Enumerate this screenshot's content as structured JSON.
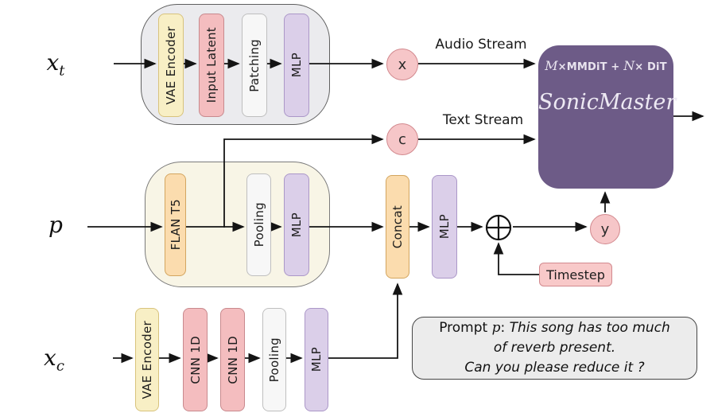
{
  "palette": {
    "yellow-fill": "#f8efc5",
    "yellow-border": "#d8c37c",
    "pink-fill": "#f4bdbf",
    "pink-border": "#c8898d",
    "white-fill": "#f7f7f7",
    "white-border": "#bfbfbf",
    "purple-fill": "#dbcfe9",
    "purple-border": "#ab97c8",
    "orange-fill": "#fbdcae",
    "orange-border": "#d3a55f",
    "circle-fill": "#f6c6c8",
    "circle-border": "#d2898e",
    "timestep-fill": "#f8c9c9",
    "timestep-border": "#d2898e",
    "main-fill": "#6d5b87",
    "gray-container": "#ebebee",
    "cream-container": "#f8f5e6",
    "prompt-fill": "#ececec",
    "wire": "#141414"
  },
  "inputs": {
    "xt": {
      "base": "x",
      "sub": "t"
    },
    "p": {
      "base": "p",
      "sub": ""
    },
    "xc": {
      "base": "x",
      "sub": "c"
    }
  },
  "audio_encoder": {
    "blocks": [
      {
        "label": "VAE Encoder"
      },
      {
        "label": "Input Latent"
      },
      {
        "label": "Patching"
      },
      {
        "label": "MLP"
      }
    ]
  },
  "text_encoder": {
    "blocks": [
      {
        "label": "FLAN T5"
      },
      {
        "label": "Pooling"
      },
      {
        "label": "MLP"
      }
    ]
  },
  "ref_encoder": {
    "blocks": [
      {
        "label": "VAE Encoder"
      },
      {
        "label": "CNN 1D"
      },
      {
        "label": "CNN 1D"
      },
      {
        "label": "Pooling"
      },
      {
        "label": "MLP"
      }
    ]
  },
  "junctions": {
    "x": "x",
    "c": "c",
    "y": "y"
  },
  "streams": {
    "audio": "Audio Stream",
    "text": "Text Stream"
  },
  "fusion": {
    "concat": "Concat",
    "mlp": "MLP",
    "timestep": "Timestep"
  },
  "main_model": {
    "m": "M",
    "mid": "×MMDiT + ",
    "n": "N",
    "tail": "× DiT",
    "name": "SonicMaster"
  },
  "prompt": {
    "prefix": "Prompt ",
    "var": "p",
    "colon": ": ",
    "line1": "This song has too much",
    "line2": "of reverb present.",
    "line3": "Can you please reduce it ?"
  }
}
